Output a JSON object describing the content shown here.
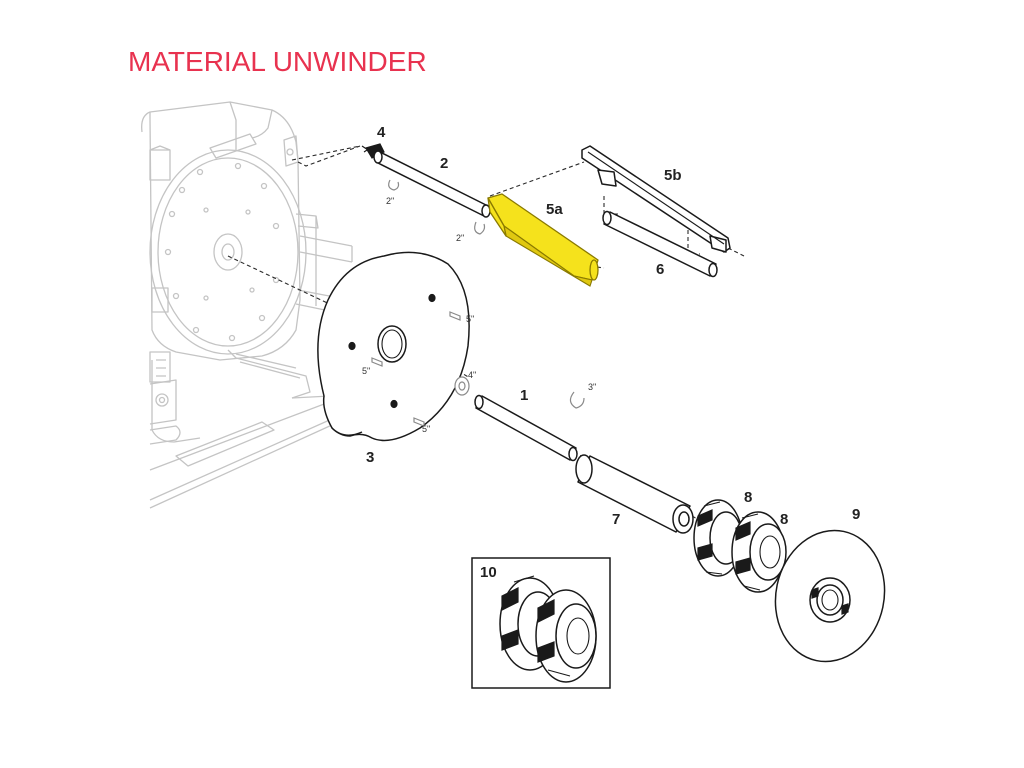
{
  "title": "MATERIAL UNWINDER",
  "callouts": {
    "c1": "1",
    "c2": "2",
    "c3": "3",
    "c4": "4",
    "c5a": "5a",
    "c5b": "5b",
    "c6": "6",
    "c7": "7",
    "c8a": "8",
    "c8b": "8",
    "c9": "9",
    "c10": "10"
  },
  "quantities": {
    "q2a": "2\"",
    "q2b": "2\"",
    "q3": "3\"",
    "q4": "4\"",
    "q5a": "5\"",
    "q5b": "5\"",
    "q5c": "5\""
  },
  "highlight_part": "5a",
  "colors": {
    "title": "#e8324f",
    "highlight": "#f5e21c",
    "line": "#1a1a1a",
    "background_machine": "#c4c4c4"
  }
}
